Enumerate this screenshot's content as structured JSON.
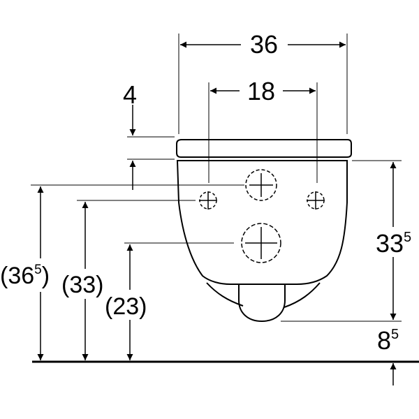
{
  "colors": {
    "line": "#000000",
    "background": "#ffffff"
  },
  "dimensions": {
    "overall_width": "36",
    "fixing_spacing": "18",
    "seat_thickness": "4",
    "bowl_height": "33",
    "bowl_height_sup": "5",
    "rim_above_floor": "8",
    "rim_above_floor_sup": "5",
    "total_height_open": "(36",
    "total_height_sup": "5",
    "total_height_close": ")",
    "inlet_height": "(33)",
    "outlet_height": "(23)"
  }
}
